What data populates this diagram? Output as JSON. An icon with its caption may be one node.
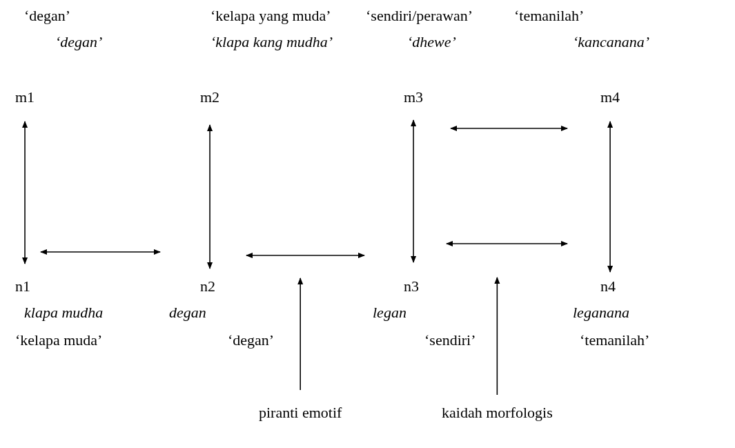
{
  "diagram": {
    "nodes": [
      {
        "text": [
          "m1"
        ],
        "beside": [
          "‘degan’",
          "‘degan’"
        ]
      },
      {
        "text": [
          "m2"
        ],
        "beside": [
          "‘kelapa yang muda’",
          "‘klapa kang mudha’"
        ]
      },
      {
        "text": [
          "m3"
        ],
        "beside": [
          "‘sendiri/perawan’",
          "‘dhewe’"
        ]
      },
      {
        "text": [
          "m4"
        ],
        "beside": [
          "‘temanilah’",
          "‘kancanana’"
        ]
      },
      {
        "text": [
          "n1"
        ],
        "beside": [
          "klapa mudha",
          "‘kelapa muda’"
        ]
      },
      {
        "text": [
          "n2"
        ],
        "beside": [
          "degan",
          "‘degan’"
        ]
      },
      {
        "text": [
          "n3"
        ],
        "beside": [
          "legan",
          "‘sendiri’"
        ]
      },
      {
        "text": [
          "n4"
        ],
        "beside": [
          "leganana",
          "‘temanilah’"
        ]
      },
      {
        "text": [
          "piranti emotif"
        ]
      },
      {
        "text": [
          "kaidah morfologis"
        ]
      }
    ],
    "edges": [
      {
        "from": 0,
        "to": 4,
        "arrow": "both"
      },
      {
        "from": 4,
        "to": 5,
        "arrow": "both"
      },
      {
        "from": 1,
        "to": 5,
        "arrow": "both"
      },
      {
        "from": 5,
        "to": 6,
        "arrow": "both"
      },
      {
        "from": 2,
        "to": 6,
        "arrow": "both"
      },
      {
        "from": 2,
        "to": 3,
        "arrow": "both"
      },
      {
        "from": 6,
        "to": 7,
        "arrow": "both"
      },
      {
        "from": 3,
        "to": 7,
        "arrow": "both"
      },
      {
        "from": 8,
        "to": null,
        "arrow": "to"
      },
      {
        "from": 9,
        "to": null,
        "arrow": "to"
      }
    ]
  }
}
